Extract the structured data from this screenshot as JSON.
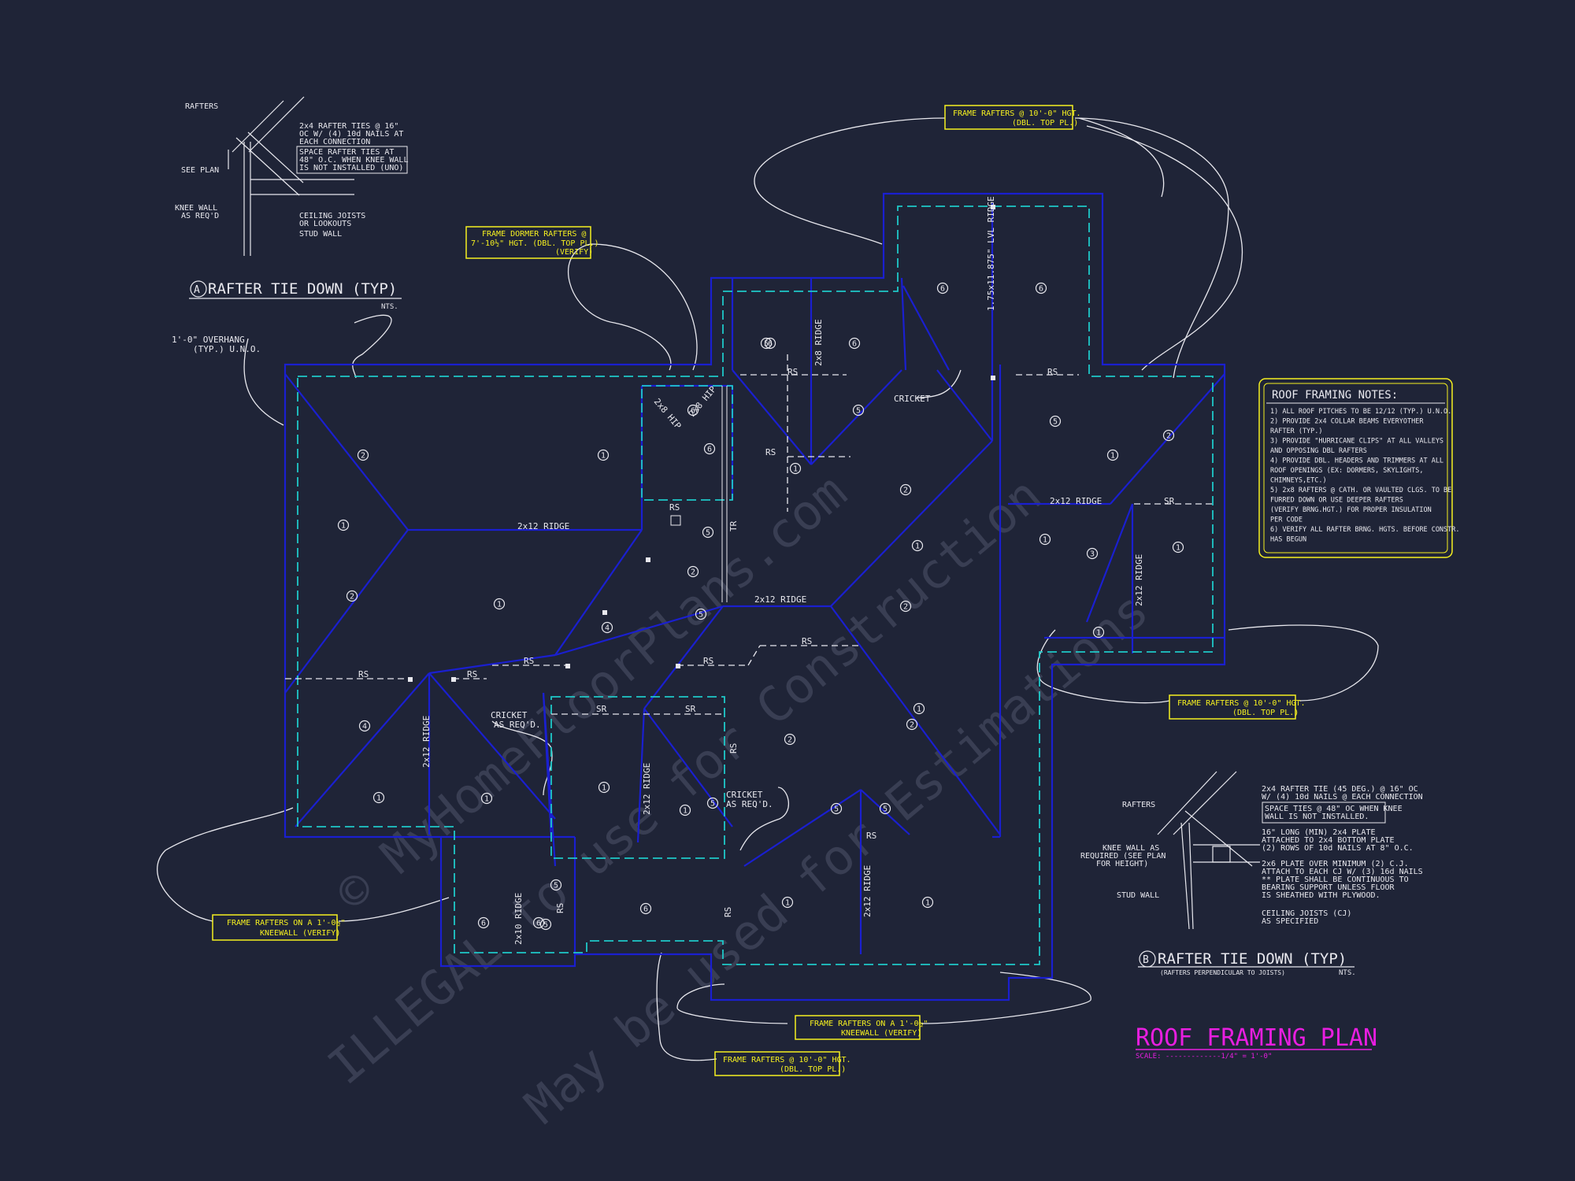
{
  "colors": {
    "background": "#1f2437",
    "outline": "#1a1fd0",
    "dashed": "#1fc9c9",
    "text": "#e8e8ee",
    "callout_text": "#f5f020",
    "title": "#e81ee0",
    "watermark": "#5a5f75"
  },
  "watermark": {
    "line1": "© MyHomeFloorPlans.com",
    "line2": "ILLEGAL to use for Construction",
    "line3": "May be used for Estimations"
  },
  "title": {
    "main": "ROOF FRAMING PLAN",
    "scale": "SCALE: -------------1/4\" = 1'-0\""
  },
  "detail_a": {
    "marker": "A",
    "title": "RAFTER TIE DOWN (TYP)",
    "nts": "NTS.",
    "rafters": "RAFTERS",
    "see_plan": "SEE PLAN",
    "knee_wall": [
      "KNEE WALL",
      "AS REQ'D"
    ],
    "ties_note": [
      "2x4 RAFTER TIES @ 16\"",
      "OC W/ (4) 10d NAILS AT",
      "EACH CONNECTION"
    ],
    "spacing_note": [
      "SPACE RAFTER TIES AT",
      "48\" O.C. WHEN KNEE WALL",
      "IS NOT INSTALLED (UNO)"
    ],
    "ceiling_joists": [
      "CEILING JOISTS",
      "OR LOOKOUTS"
    ],
    "stud_wall": "STUD WALL"
  },
  "detail_b": {
    "marker": "B",
    "title": "RAFTER TIE DOWN (TYP)",
    "subtitle": "(RAFTERS PERPENDICULAR TO JOISTS)",
    "nts": "NTS.",
    "rafters": "RAFTERS",
    "knee_wall": [
      "KNEE WALL AS",
      "REQUIRED (SEE PLAN",
      "FOR HEIGHT)"
    ],
    "stud_wall": "STUD WALL",
    "tie_note": [
      "2x4 RAFTER TIE (45 DEG.) @ 16\" OC",
      "W/ (4) 10d NAILS @ EACH CONNECTION"
    ],
    "spacing_note": [
      "SPACE TIES @ 48\" OC WHEN KNEE",
      "WALL IS NOT INSTALLED."
    ],
    "plate_note": [
      "16\" LONG (MIN) 2x4 PLATE",
      "ATTACHED TO 2x4 BOTTOM PLATE",
      "(2) ROWS OF 10d NAILS AT 8\" O.C."
    ],
    "cj_note": [
      "2x6 PLATE OVER MINIMUM (2) C.J.",
      "ATTACH TO EACH CJ W/ (3) 16d NAILS",
      "** PLATE SHALL BE CONTINUOUS TO",
      "BEARING SUPPORT UNLESS FLOOR",
      "IS SHEATHED WITH PLYWOOD."
    ],
    "ceiling_joists": [
      "CEILING JOISTS (CJ)",
      "AS SPECIFIED"
    ]
  },
  "notes": {
    "title": "ROOF FRAMING NOTES:",
    "items": [
      "1) ALL ROOF PITCHES TO BE 12/12 (TYP.) U.N.O.",
      "2) PROVIDE 2x4 COLLAR BEAMS EVERYOTHER",
      "   RAFTER (TYP.)",
      "3) PROVIDE \"HURRICANE CLIPS\" AT ALL VALLEYS",
      "   AND OPPOSING DBL RAFTERS",
      "4) PROVIDE DBL. HEADERS AND TRIMMERS AT ALL",
      "   ROOF OPENINGS (EX: DORMERS, SKYLIGHTS,",
      "   CHIMNEYS,ETC.)",
      "5) 2x8 RAFTERS @ CATH. OR VAULTED CLGS. TO BE",
      "   FURRED DOWN OR USE DEEPER RAFTERS",
      "   (VERIFY BRNG.HGT.) FOR PROPER INSULATION",
      "   PER CODE",
      "6) VERIFY ALL RAFTER BRNG. HGTS. BEFORE CONSTR.",
      "   HAS BEGUN"
    ]
  },
  "callouts": {
    "top_right": [
      "FRAME RAFTERS @ 10'-0\" HGT.",
      "(DBL. TOP PL.)"
    ],
    "dormer": [
      "FRAME DORMER RAFTERS @",
      "7'-10½\" HGT. (DBL. TOP PL.)",
      "(VERIFY)"
    ],
    "mid_right": [
      "FRAME RAFTERS @ 10'-0\" HGT.",
      "(DBL. TOP PL.)"
    ],
    "left_kneewall": [
      "FRAME RAFTERS ON A 1'-0½\"",
      "KNEEWALL (VERIFY)"
    ],
    "bottom_kneewall": [
      "FRAME RAFTERS ON A 1'-0½\"",
      "KNEEWALL (VERIFY)"
    ],
    "bottom": [
      "FRAME RAFTERS @ 10'-0\" HGT.",
      "(DBL. TOP PL.)"
    ]
  },
  "plan_labels": {
    "overhang": [
      "1'-0\" OVERHANG",
      "(TYP.) U.N.O."
    ],
    "ridge_2x12": "2x12 RIDGE",
    "ridge_2x8": "2x8 RIDGE",
    "ridge_2x10": "2x10 RIDGE",
    "hip_2x8": "2x8 HIP",
    "lvl_ridge": "1.75x11.875\" LVL RIDGE",
    "rs": "RS",
    "sr": "SR",
    "tr": "TR",
    "cricket": "CRICKET",
    "cricket_req": [
      "CRICKET",
      "AS REQ'D."
    ]
  }
}
